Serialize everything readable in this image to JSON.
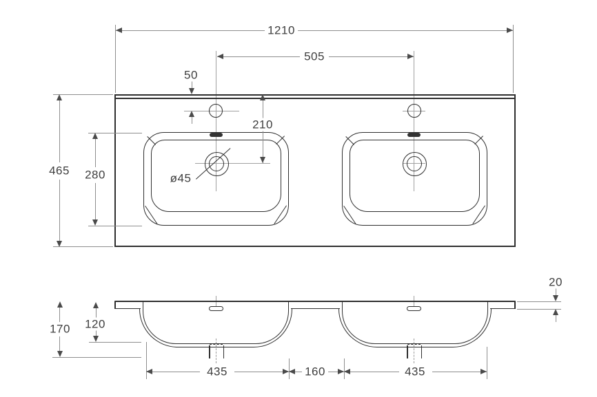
{
  "drawing": {
    "type": "technical-drawing",
    "subject": "double washbasin countertop",
    "plan": {
      "overall_width": "1210",
      "faucet_spacing": "505",
      "faucet_offset": "50",
      "drain_offset": "210",
      "drain_diameter": "ø45",
      "overall_depth": "465",
      "bowl_length": "280"
    },
    "section": {
      "top_thickness": "20",
      "overall_height": "170",
      "bowl_depth": "120",
      "left_bowl_width": "435",
      "bowl_gap": "160",
      "right_bowl_width": "435"
    },
    "colors": {
      "object_line": "#2e2e2e",
      "dimension_line": "#8d8d8d",
      "text": "#3e3e3e",
      "background": "#ffffff"
    }
  }
}
